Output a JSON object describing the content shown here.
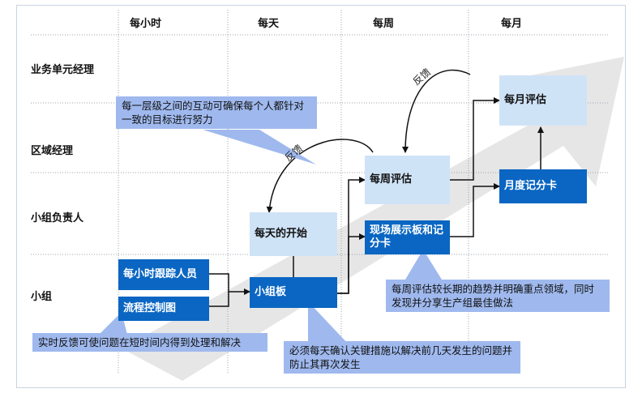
{
  "columns": [
    "每小时",
    "每天",
    "每周",
    "每月"
  ],
  "rows": [
    "业务单元经理",
    "区域经理",
    "小组负责人",
    "小组"
  ],
  "boxes": {
    "hourly_tracker": "每小时跟踪人员",
    "process_chart": "流程控制图",
    "team_board": "小组板",
    "daily_start": "每天的开始",
    "board_scorecard": "现场展示板和记分卡",
    "weekly_review": "每周评估",
    "monthly_scorecard": "月度记分卡",
    "monthly_review": "每月评估"
  },
  "feedback_label": "反馈",
  "callouts": {
    "alignment": "每一层级之间的互动可确保每个人都针对一致的目标进行努力",
    "weekly_trend": "每周评估较长期的趋势并明确重点领域，同时发现并分享生产组最佳做法",
    "realtime": "实时反馈可使问题在短时间内得到处理和解决",
    "daily_confirm": "必须每天确认关键措施以解决前几天发生的问题并防止其再次发生"
  },
  "colors": {
    "dark_box": "#0a66c2",
    "light_box": "#cfe3f7",
    "callout": "#9fb9ee",
    "grid": "#9aa3ad",
    "big_arrow": "#e6e6e6"
  }
}
